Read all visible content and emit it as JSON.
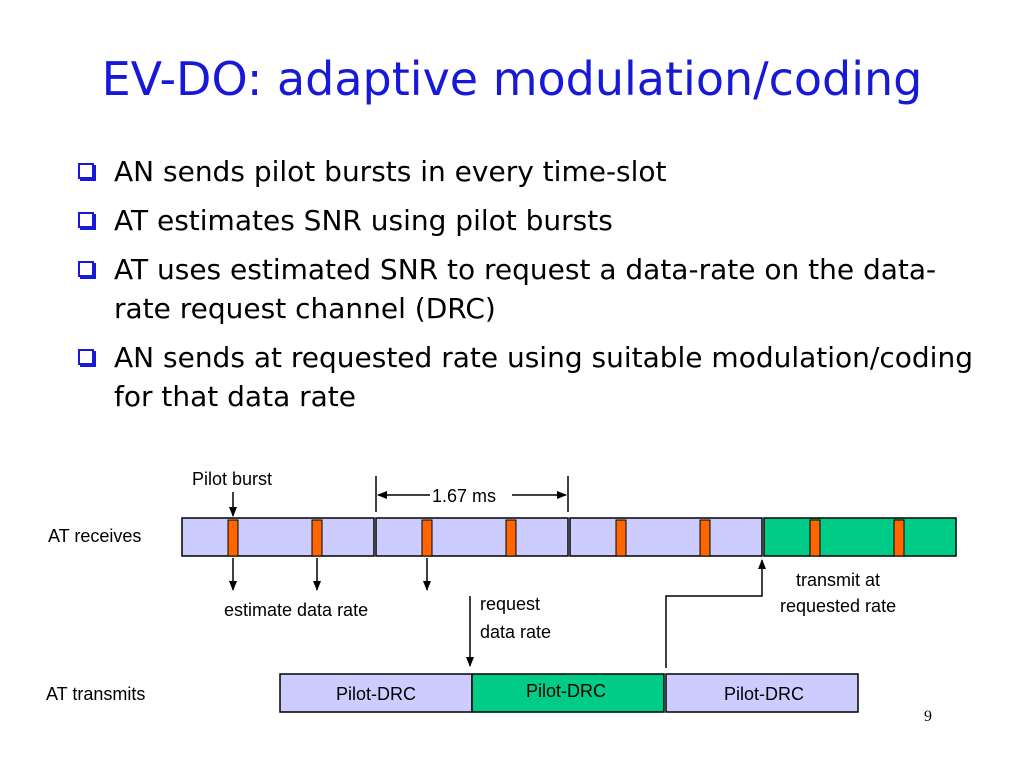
{
  "slide": {
    "title": "EV-DO: adaptive modulation/coding",
    "bullets": [
      "AN sends pilot bursts in every time-slot",
      "AT estimates SNR using pilot bursts",
      "AT uses estimated SNR to request a data-rate on the data-rate request channel (DRC)",
      "AN sends at requested rate using suitable modulation/coding for that data rate"
    ],
    "page_number": "9"
  },
  "diagram": {
    "labels": {
      "pilot_burst": "Pilot burst",
      "slot_duration": "1.67 ms",
      "at_receives": "AT receives",
      "at_transmits": "AT transmits",
      "estimate": "estimate data rate",
      "request_line1": "request",
      "request_line2": "data rate",
      "transmit_line1": "transmit at",
      "transmit_line2": "requested rate"
    },
    "drc_blocks": [
      "Pilot-DRC",
      "Pilot-DRC",
      "Pilot-DRC"
    ],
    "colors": {
      "title": "#1818d8",
      "slot_fill": "#ccccff",
      "highlight_fill": "#00cc88",
      "pilot_fill": "#ff6600",
      "outline": "#000000"
    }
  }
}
